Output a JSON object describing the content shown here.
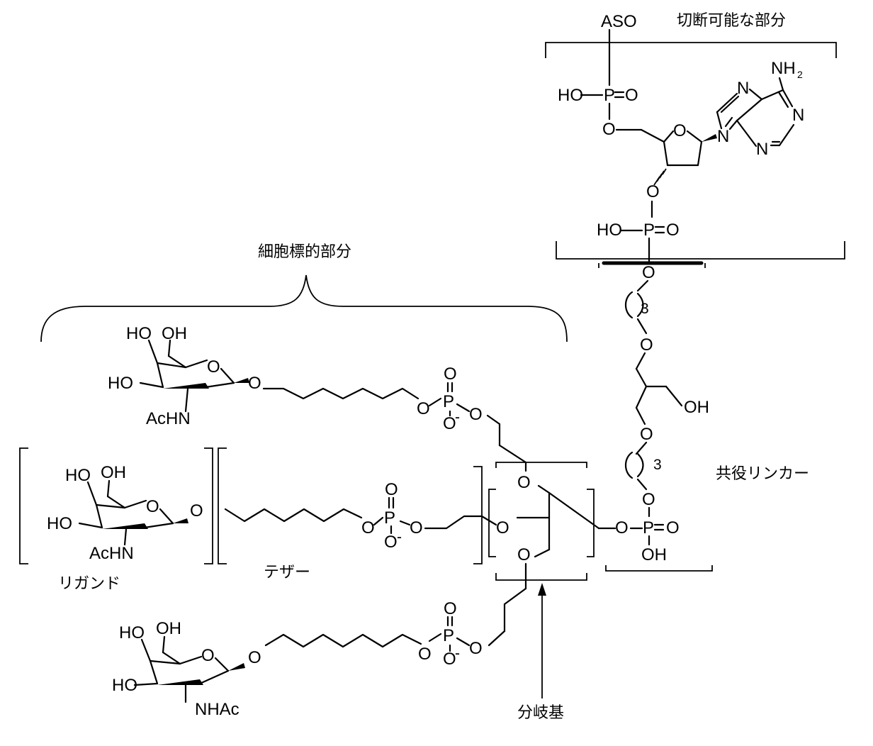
{
  "labels": {
    "cell_targeting": "細胞標的部分",
    "cleavable": "切断可能な部分",
    "conjugate_linker": "共役リンカー",
    "ligand": "リガンド",
    "tether": "テザー",
    "branching_group": "分岐基"
  },
  "atoms": {
    "aso": "ASO",
    "nh2_n": "NH",
    "nh2_sub": "2",
    "ho_p": "HO",
    "p": "P",
    "o": "O",
    "eq_o": "O",
    "n": "N",
    "oh": "OH",
    "ho": "HO",
    "hoo": "HO",
    "acHN": "AcHN",
    "nhac": "NHAc",
    "o_minus": "O",
    "minus": "-",
    "three": "3"
  }
}
